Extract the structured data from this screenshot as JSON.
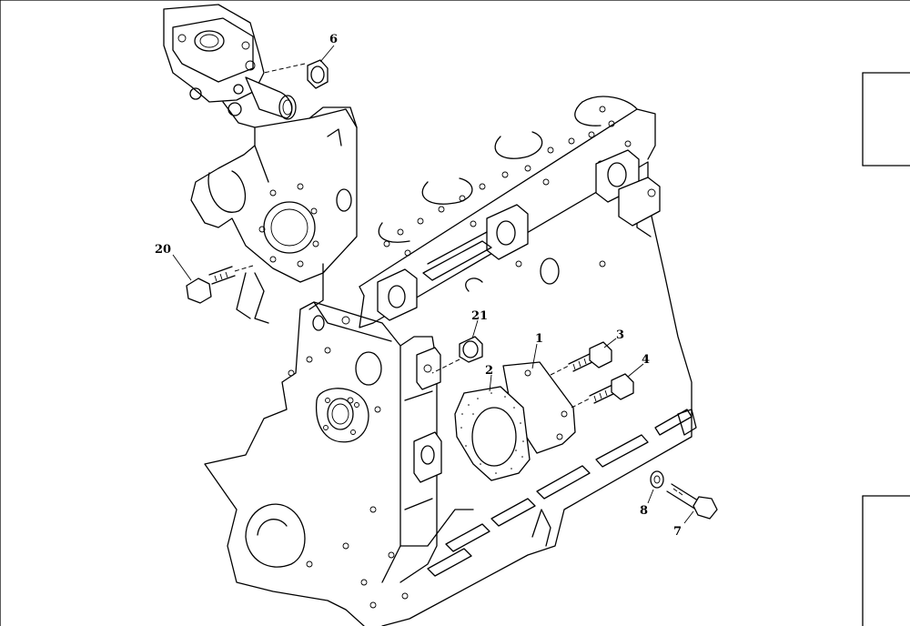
{
  "callouts": [
    {
      "id": "1",
      "text": "1"
    },
    {
      "id": "2",
      "text": "2"
    },
    {
      "id": "3",
      "text": "3"
    },
    {
      "id": "4",
      "text": "4"
    },
    {
      "id": "6",
      "text": "6"
    },
    {
      "id": "7",
      "text": "7"
    },
    {
      "id": "8",
      "text": "8"
    },
    {
      "id": "20",
      "text": "20"
    },
    {
      "id": "21",
      "text": "21"
    }
  ]
}
